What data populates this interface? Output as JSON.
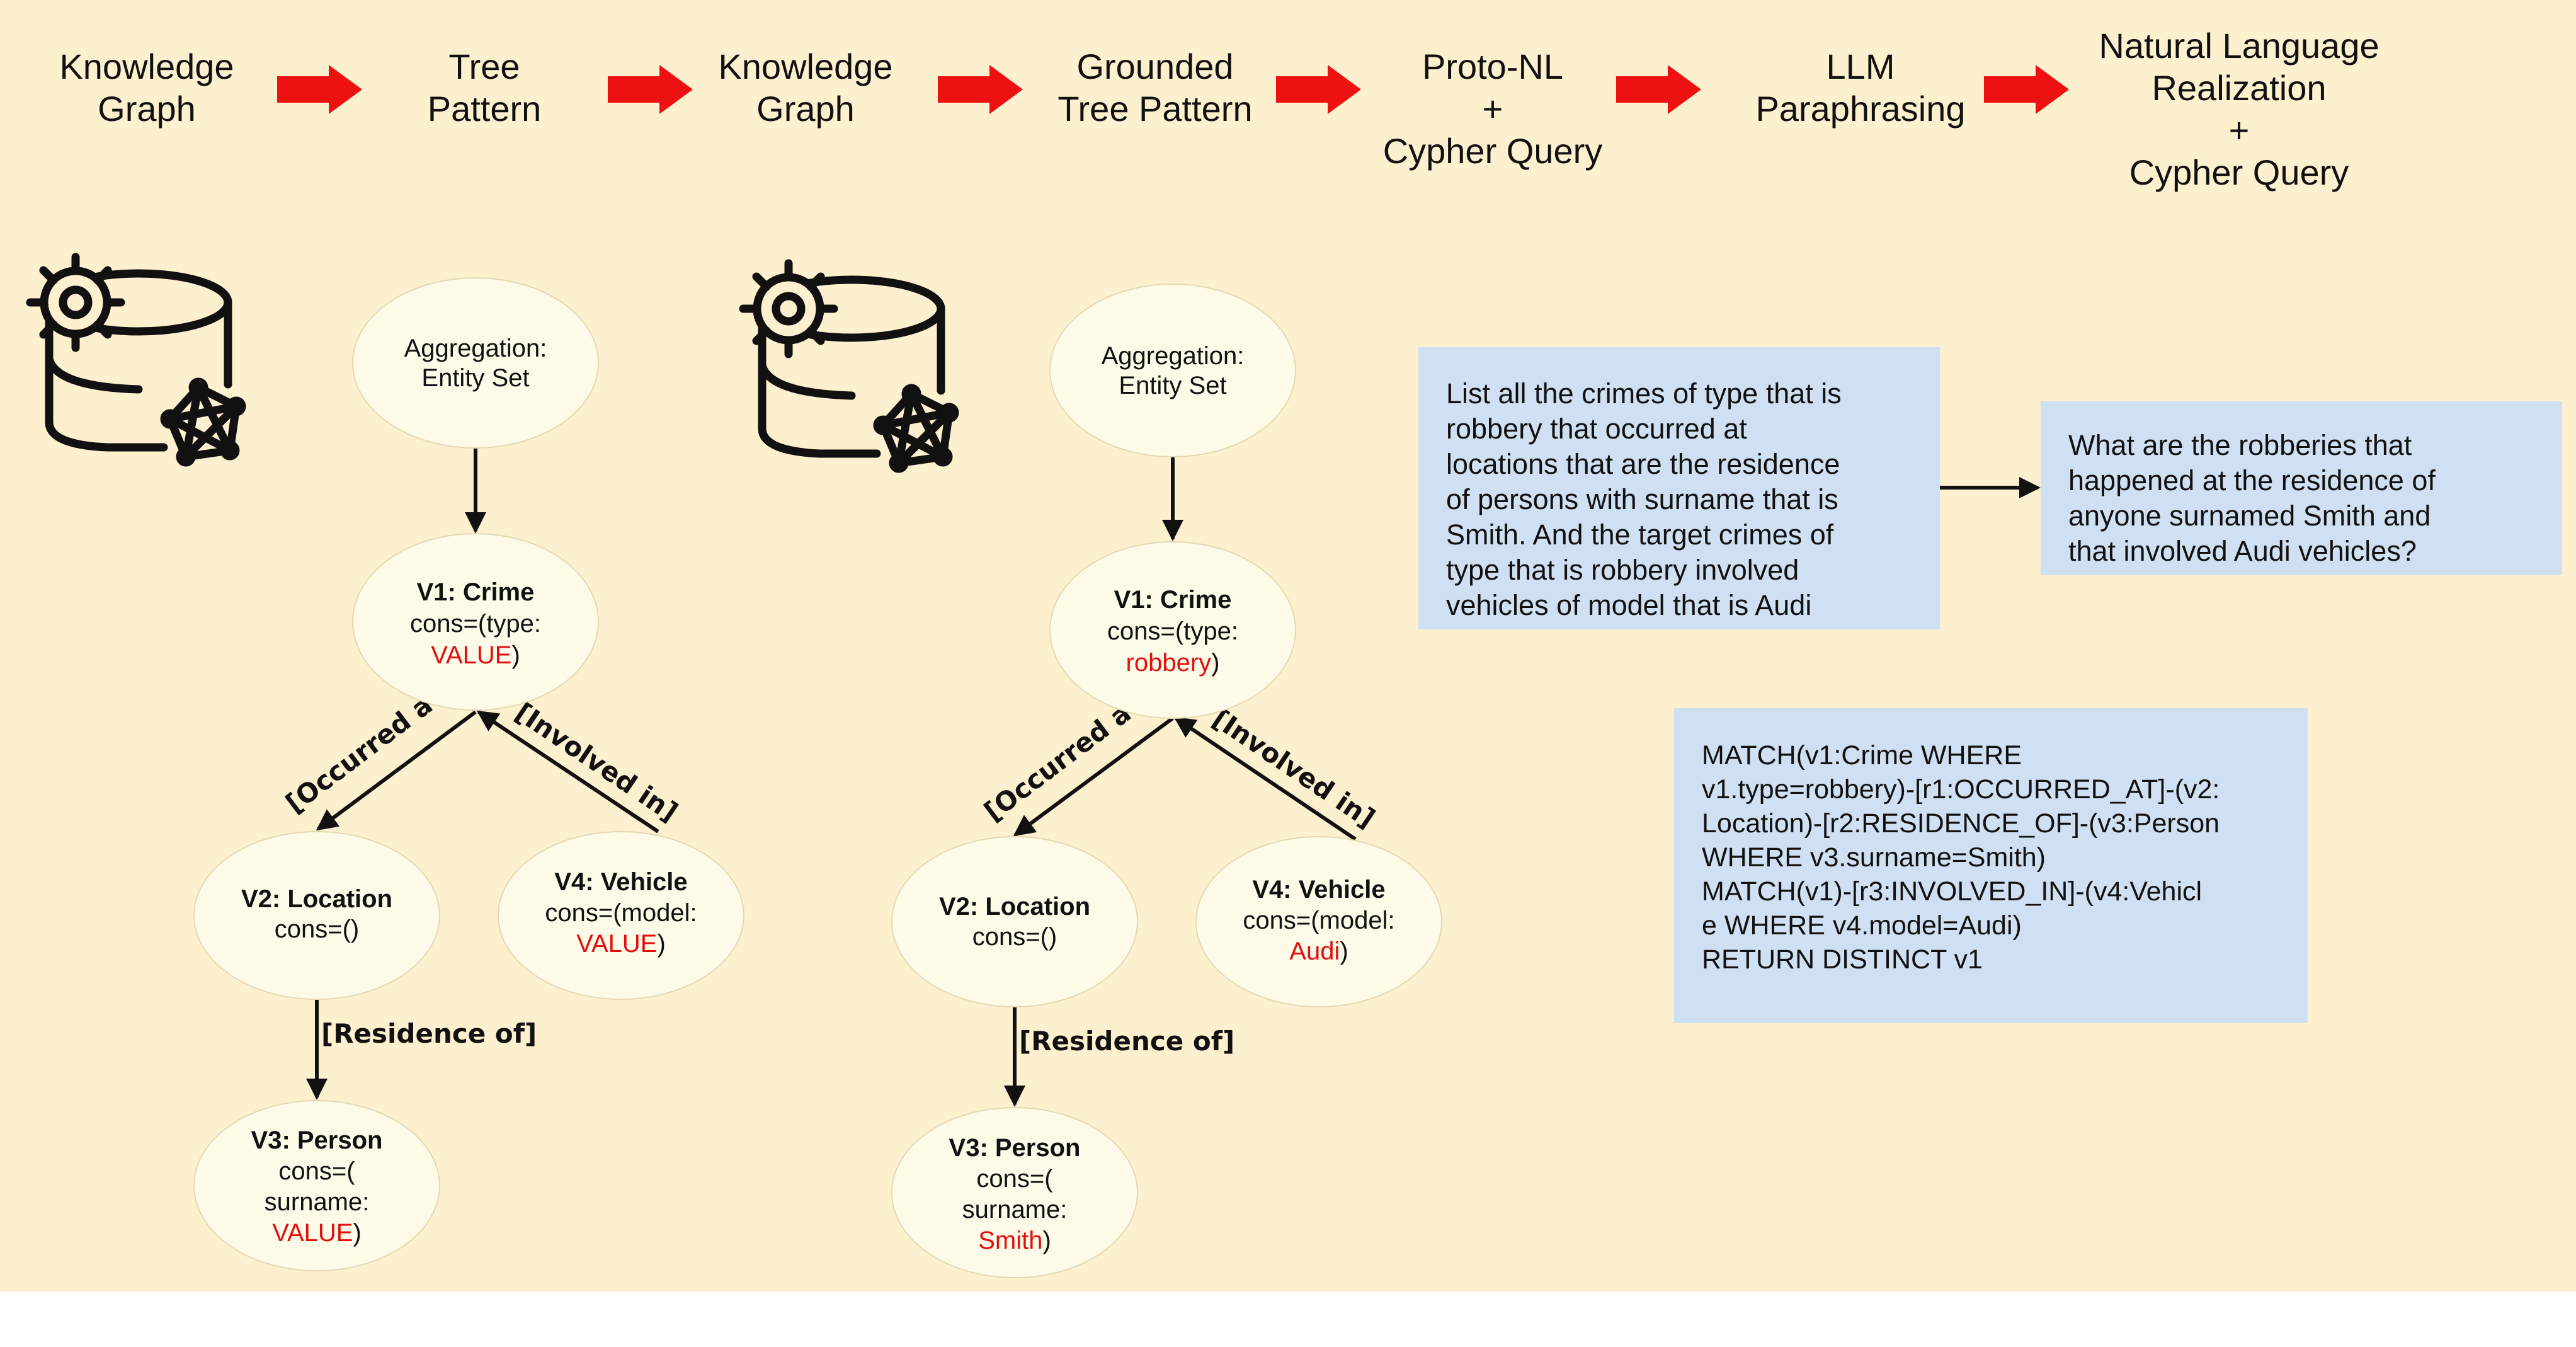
{
  "pipeline": {
    "stages": [
      [
        "Knowledge",
        "Graph"
      ],
      [
        "Tree",
        "Pattern"
      ],
      [
        "Knowledge",
        "Graph"
      ],
      [
        "Grounded",
        "Tree Pattern"
      ],
      [
        "Proto-NL",
        "+",
        "Cypher Query"
      ],
      [
        "LLM",
        "Paraphrasing"
      ],
      [
        "Natural Language",
        "Realization",
        "+",
        "Cypher Query"
      ]
    ]
  },
  "tree_pattern": {
    "root": [
      "Aggregation:",
      "Entity Set"
    ],
    "v1": {
      "title": "V1: Crime",
      "line": "cons=(type:",
      "value": "VALUE",
      "close": ")"
    },
    "v2": {
      "title": "V2: Location",
      "line": "cons=()"
    },
    "v4": {
      "title": "V4: Vehicle",
      "line": "cons=(model:",
      "value": "VALUE",
      "close": ")"
    },
    "v3": {
      "title": "V3: Person",
      "line1": "cons=(",
      "line2": "surname:",
      "value": "VALUE",
      "close": ")"
    }
  },
  "grounded_pattern": {
    "root": [
      "Aggregation:",
      "Entity Set"
    ],
    "v1": {
      "title": "V1: Crime",
      "line": "cons=(type:",
      "value": "robbery",
      "close": ")"
    },
    "v2": {
      "title": "V2: Location",
      "line": "cons=()"
    },
    "v4": {
      "title": "V4: Vehicle",
      "line": "cons=(model:",
      "value": "Audi",
      "close": ")"
    },
    "v3": {
      "title": "V3: Person",
      "line1": "cons=(",
      "line2": "surname:",
      "value": "Smith",
      "close": ")"
    }
  },
  "edge_labels": {
    "occurred_at": "[Occurred at]",
    "involved_in": "[Involved in]",
    "residence_of": "[Residence of]"
  },
  "proto_nl": [
    "List all the crimes of type that is",
    "robbery that occurred at",
    "locations that are the residence",
    "of persons with surname that is",
    "Smith. And the target crimes of",
    "type that is robbery involved",
    "vehicles of model that is Audi"
  ],
  "paraphrase": [
    "What are the robberies that",
    "happened at the residence of",
    "anyone surnamed Smith and",
    "that involved Audi vehicles?"
  ],
  "cypher": [
    "MATCH(v1:Crime WHERE",
    "v1.type=robbery)-[r1:OCCURRED_AT]-(v2:",
    "Location)-[r2:RESIDENCE_OF]-(v3:Person",
    "WHERE v3.surname=Smith)",
    "MATCH(v1)-[r3:INVOLVED_IN]-(v4:Vehicl",
    "e WHERE v4.model=Audi)",
    "RETURN DISTINCT v1"
  ],
  "colors": {
    "background": "#fdf0cf",
    "arrow": "#ee1111",
    "node_fill": "#fdfbe7",
    "box_fill": "#cfe0f2",
    "value_text": "#e01010"
  },
  "icons": [
    "database-knowledge-graph-icon",
    "gear-icon",
    "network-icon"
  ]
}
